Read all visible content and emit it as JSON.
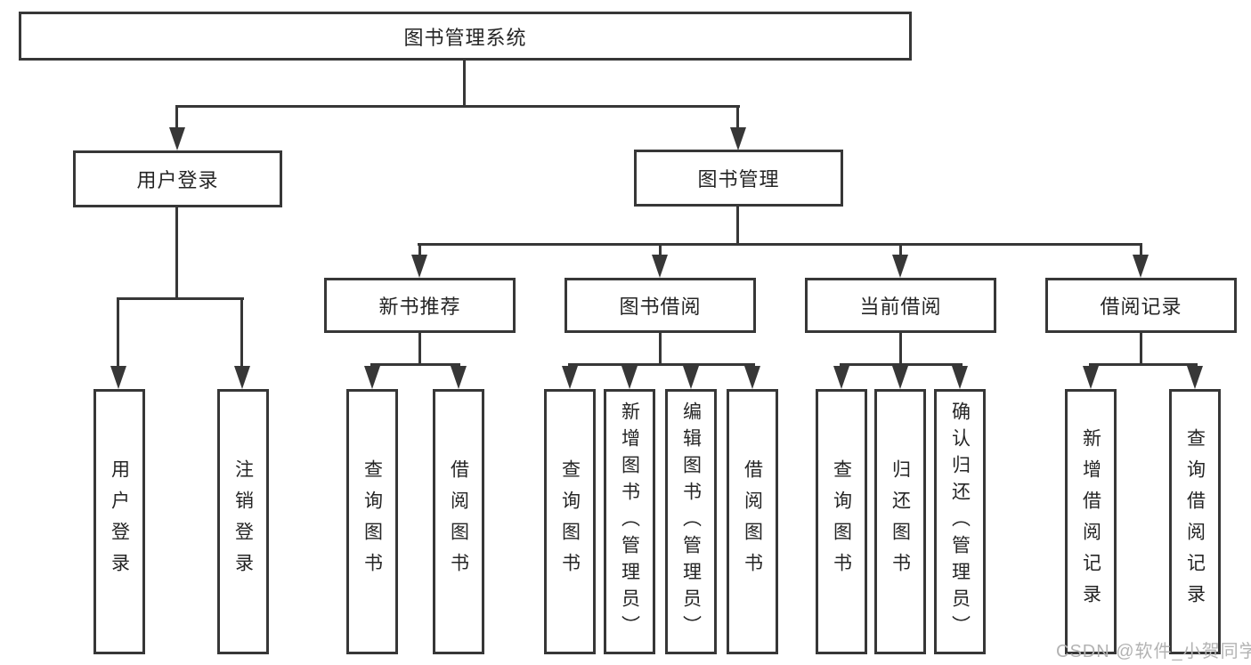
{
  "diagram": {
    "root": {
      "label": "图书管理系统"
    },
    "level2": [
      {
        "label": "用户登录"
      },
      {
        "label": "图书管理"
      }
    ],
    "level3": [
      {
        "label": "新书推荐"
      },
      {
        "label": "图书借阅"
      },
      {
        "label": "当前借阅"
      },
      {
        "label": "借阅记录"
      }
    ],
    "leaves": {
      "userLogin": [
        {
          "label": "用户登录"
        },
        {
          "label": "注销登录"
        }
      ],
      "newBookRec": [
        {
          "label": "查询图书"
        },
        {
          "label": "借阅图书"
        }
      ],
      "bookBorrow": [
        {
          "label": "查询图书"
        },
        {
          "label": "新增图书（管理员）"
        },
        {
          "label": "编辑图书（管理员）"
        },
        {
          "label": "借阅图书"
        }
      ],
      "currentBorrow": [
        {
          "label": "查询图书"
        },
        {
          "label": "归还图书"
        },
        {
          "label": "确认归还（管理员）"
        }
      ],
      "borrowRecords": [
        {
          "label": "新增借阅记录"
        },
        {
          "label": "查询借阅记录"
        }
      ]
    }
  },
  "watermark": {
    "text": "CSDN @软件_小贺同学"
  },
  "colors": {
    "line": "#373737",
    "text": "#252525",
    "watermark_text": "#b3b3b3",
    "background": "#ffffff"
  }
}
